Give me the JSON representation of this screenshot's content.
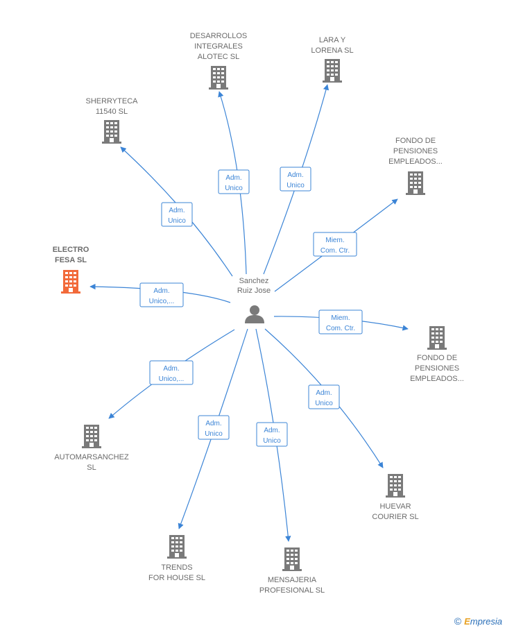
{
  "center": {
    "lines": [
      "Sanchez",
      "Ruiz Jose"
    ],
    "icon": "person-icon"
  },
  "colors": {
    "edge": "#3b84d6",
    "building": "#7a7a7a",
    "highlight": "#f26a3a",
    "text": "#6a6a6a"
  },
  "nodes": [
    {
      "id": "desarrollos",
      "lines": [
        "DESARROLLOS",
        "INTEGRALES",
        "ALOTEC  SL"
      ],
      "role": [
        "Adm.",
        "Unico"
      ],
      "highlight": false,
      "icon": "building-icon"
    },
    {
      "id": "lara",
      "lines": [
        "LARA Y",
        "LORENA  SL"
      ],
      "role": [
        "Adm.",
        "Unico"
      ],
      "highlight": false,
      "icon": "building-icon"
    },
    {
      "id": "sherryteca",
      "lines": [
        "SHERRYTECA",
        "11540  SL"
      ],
      "role": [
        "Adm.",
        "Unico"
      ],
      "highlight": false,
      "icon": "building-icon"
    },
    {
      "id": "fondo1",
      "lines": [
        "FONDO DE",
        "PENSIONES",
        "EMPLEADOS..."
      ],
      "role": [
        "Miem.",
        "Com. Ctr."
      ],
      "highlight": false,
      "icon": "building-icon"
    },
    {
      "id": "electro",
      "lines": [
        "ELECTRO",
        "FESA  SL"
      ],
      "role": [
        "Adm.",
        "Unico,..."
      ],
      "highlight": true,
      "icon": "building-icon"
    },
    {
      "id": "fondo2",
      "lines": [
        "FONDO DE",
        "PENSIONES",
        "EMPLEADOS..."
      ],
      "role": [
        "Miem.",
        "Com. Ctr."
      ],
      "highlight": false,
      "icon": "building-icon"
    },
    {
      "id": "automarsanchez",
      "lines": [
        "AUTOMARSANCHEZ",
        "SL"
      ],
      "role": [
        "Adm.",
        "Unico,..."
      ],
      "highlight": false,
      "icon": "building-icon"
    },
    {
      "id": "huevar",
      "lines": [
        "HUEVAR",
        "COURIER  SL"
      ],
      "role": [
        "Adm.",
        "Unico"
      ],
      "highlight": false,
      "icon": "building-icon"
    },
    {
      "id": "trends",
      "lines": [
        "TRENDS",
        "FOR HOUSE SL"
      ],
      "role": [
        "Adm.",
        "Unico"
      ],
      "highlight": false,
      "icon": "building-icon"
    },
    {
      "id": "mensajeria",
      "lines": [
        "MENSAJERIA",
        "PROFESIONAL SL"
      ],
      "role": [
        "Adm.",
        "Unico"
      ],
      "highlight": false,
      "icon": "building-icon"
    }
  ],
  "watermark": {
    "copyright": "©",
    "brand_initial": "E",
    "brand_rest": "mpresia"
  }
}
